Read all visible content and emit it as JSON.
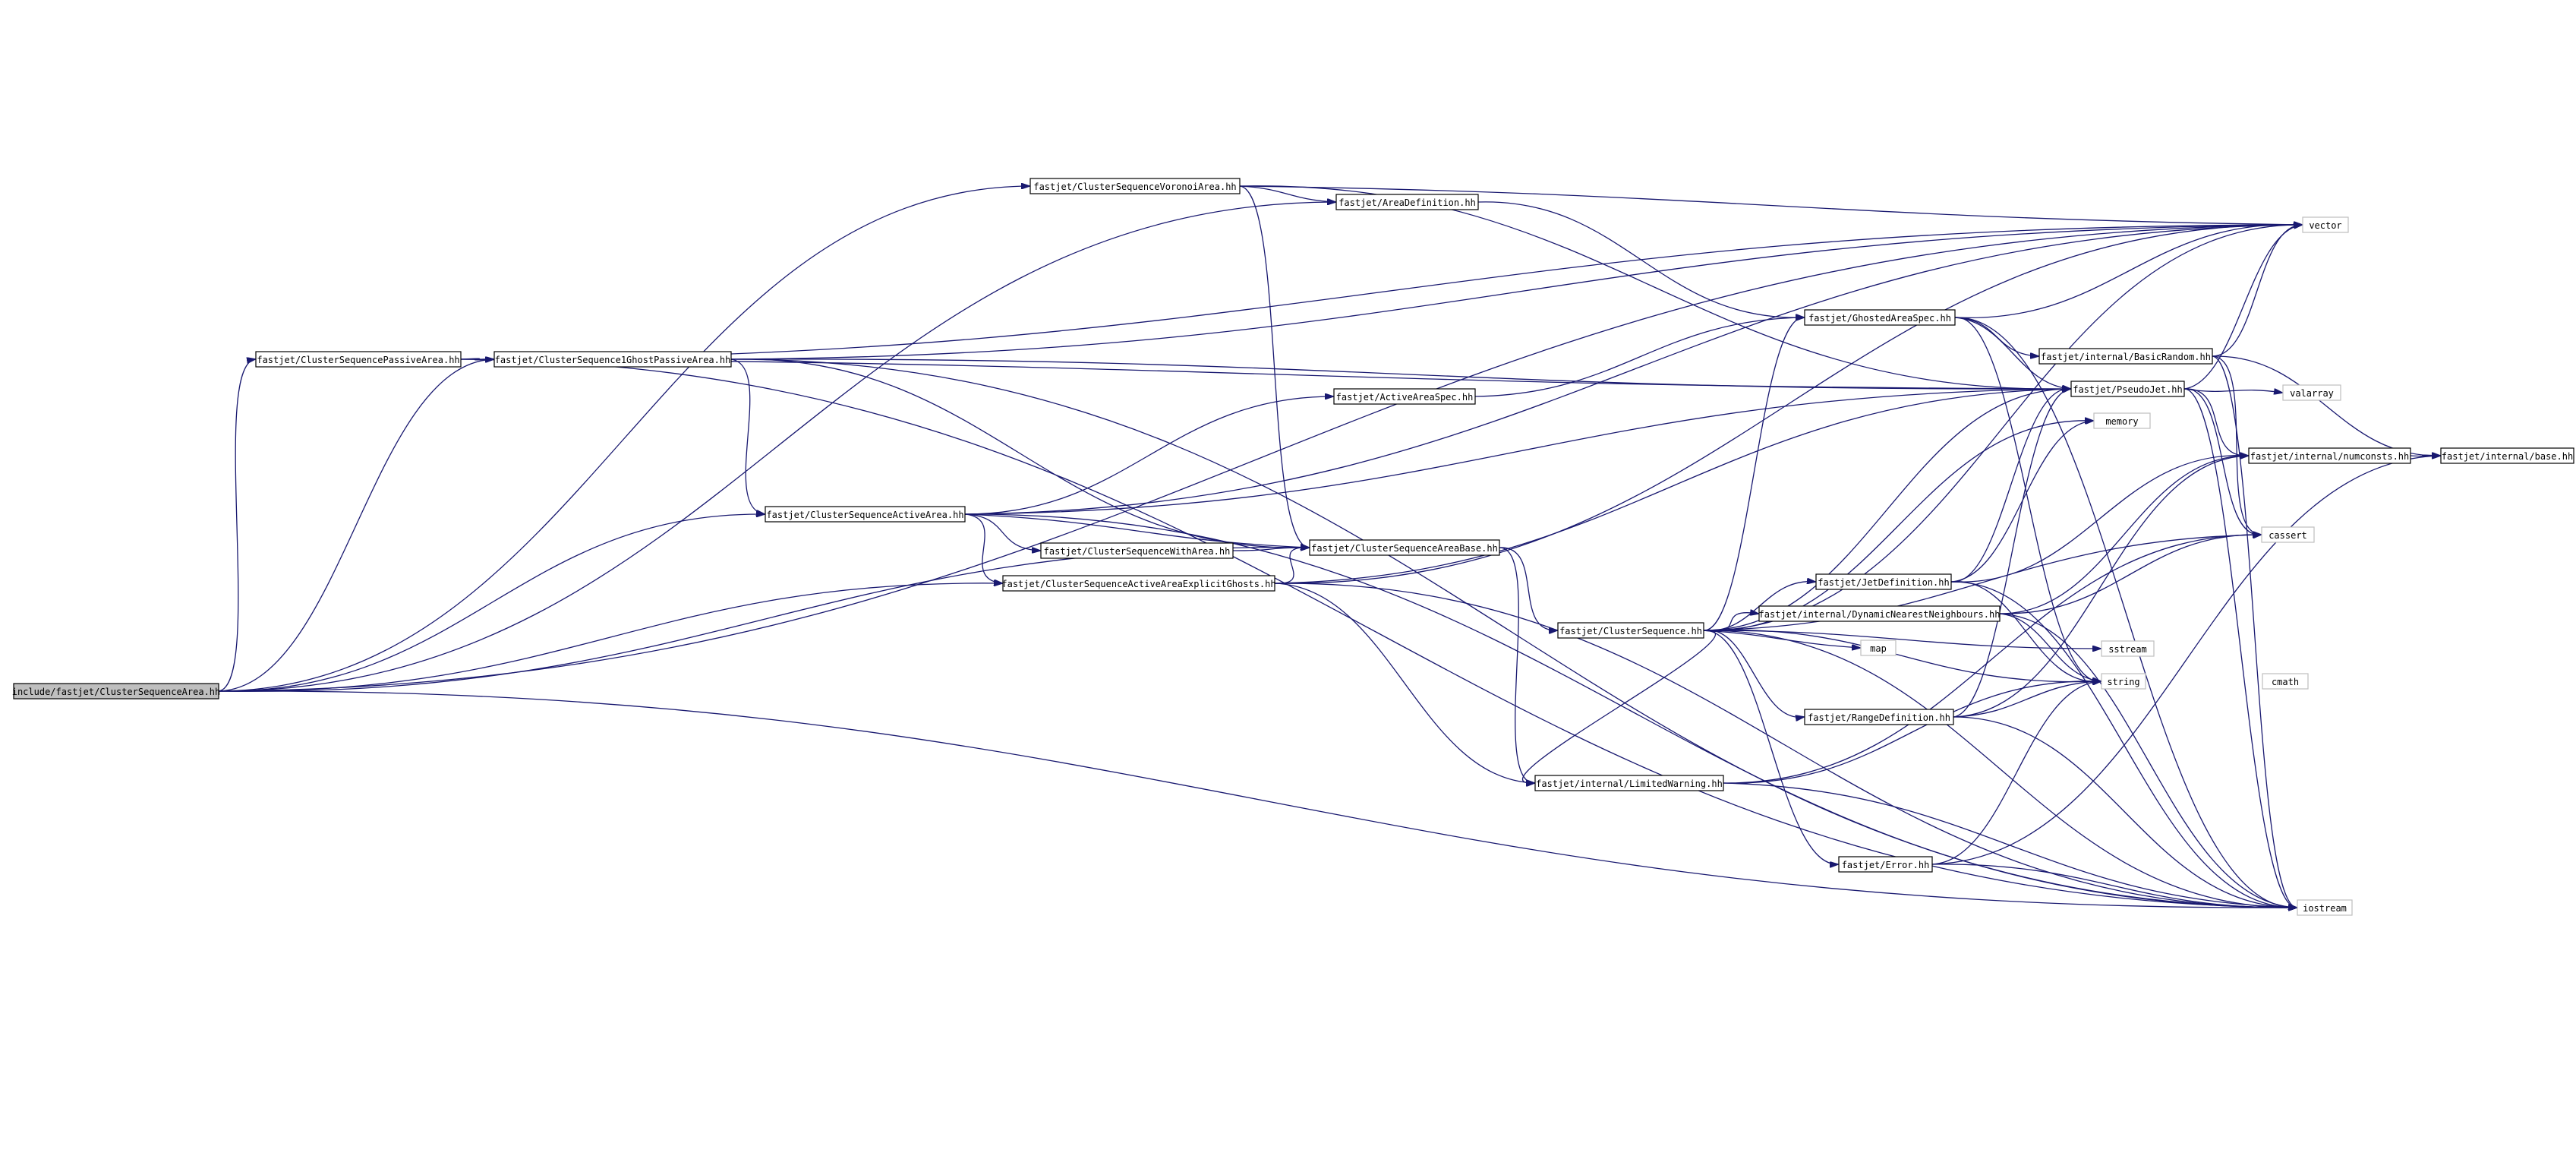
{
  "colors": {
    "edge": "#191970",
    "root_fill": "#bfbfbf",
    "node_border": "#000000",
    "system_header_border": "#bfbfbf",
    "background": "#ffffff"
  },
  "nodes": [
    {
      "id": "root",
      "label": "include/fastjet/ClusterSequenceArea.hh",
      "kind": "root"
    },
    {
      "id": "passive",
      "label": "fastjet/ClusterSequencePassiveArea.hh",
      "kind": "linked"
    },
    {
      "id": "ghostpassive",
      "label": "fastjet/ClusterSequence1GhostPassiveArea.hh",
      "kind": "linked"
    },
    {
      "id": "voronoi",
      "label": "fastjet/ClusterSequenceVoronoiArea.hh",
      "kind": "linked"
    },
    {
      "id": "areadef",
      "label": "fastjet/AreaDefinition.hh",
      "kind": "linked"
    },
    {
      "id": "activespec",
      "label": "fastjet/ActiveAreaSpec.hh",
      "kind": "linked"
    },
    {
      "id": "active",
      "label": "fastjet/ClusterSequenceActiveArea.hh",
      "kind": "linked"
    },
    {
      "id": "witharea",
      "label": "fastjet/ClusterSequenceWithArea.hh",
      "kind": "linked"
    },
    {
      "id": "areabase",
      "label": "fastjet/ClusterSequenceAreaBase.hh",
      "kind": "linked"
    },
    {
      "id": "explicit",
      "label": "fastjet/ClusterSequenceActiveAreaExplicitGhosts.hh",
      "kind": "linked"
    },
    {
      "id": "ghosted",
      "label": "fastjet/GhostedAreaSpec.hh",
      "kind": "linked"
    },
    {
      "id": "basicrandom",
      "label": "fastjet/internal/BasicRandom.hh",
      "kind": "linked"
    },
    {
      "id": "pseudojet",
      "label": "fastjet/PseudoJet.hh",
      "kind": "linked"
    },
    {
      "id": "numconsts",
      "label": "fastjet/internal/numconsts.hh",
      "kind": "linked"
    },
    {
      "id": "base",
      "label": "fastjet/internal/base.hh",
      "kind": "linked"
    },
    {
      "id": "jetdef",
      "label": "fastjet/JetDefinition.hh",
      "kind": "linked"
    },
    {
      "id": "dnn",
      "label": "fastjet/internal/DynamicNearestNeighbours.hh",
      "kind": "linked"
    },
    {
      "id": "cs",
      "label": "fastjet/ClusterSequence.hh",
      "kind": "linked"
    },
    {
      "id": "rangedef",
      "label": "fastjet/RangeDefinition.hh",
      "kind": "linked"
    },
    {
      "id": "limited",
      "label": "fastjet/internal/LimitedWarning.hh",
      "kind": "linked"
    },
    {
      "id": "error",
      "label": "fastjet/Error.hh",
      "kind": "linked"
    },
    {
      "id": "vector",
      "label": "vector",
      "kind": "ext"
    },
    {
      "id": "valarray",
      "label": "valarray",
      "kind": "ext"
    },
    {
      "id": "memory",
      "label": "memory",
      "kind": "ext"
    },
    {
      "id": "cassert",
      "label": "cassert",
      "kind": "ext"
    },
    {
      "id": "map",
      "label": "map",
      "kind": "ext"
    },
    {
      "id": "sstream",
      "label": "sstream",
      "kind": "ext"
    },
    {
      "id": "string",
      "label": "string",
      "kind": "ext"
    },
    {
      "id": "cmath",
      "label": "cmath",
      "kind": "ext"
    },
    {
      "id": "iostream",
      "label": "iostream",
      "kind": "ext"
    }
  ],
  "edges": [
    [
      "root",
      "passive"
    ],
    [
      "root",
      "ghostpassive"
    ],
    [
      "root",
      "voronoi"
    ],
    [
      "root",
      "areadef"
    ],
    [
      "root",
      "active"
    ],
    [
      "root",
      "explicit"
    ],
    [
      "root",
      "areabase"
    ],
    [
      "root",
      "vector"
    ],
    [
      "root",
      "iostream"
    ],
    [
      "passive",
      "ghostpassive"
    ],
    [
      "passive",
      "vector"
    ],
    [
      "passive",
      "pseudojet"
    ],
    [
      "passive",
      "iostream"
    ],
    [
      "ghostpassive",
      "active"
    ],
    [
      "ghostpassive",
      "areabase"
    ],
    [
      "ghostpassive",
      "vector"
    ],
    [
      "ghostpassive",
      "pseudojet"
    ],
    [
      "ghostpassive",
      "iostream"
    ],
    [
      "voronoi",
      "areadef"
    ],
    [
      "voronoi",
      "areabase"
    ],
    [
      "voronoi",
      "vector"
    ],
    [
      "voronoi",
      "pseudojet"
    ],
    [
      "areadef",
      "ghosted"
    ],
    [
      "activespec",
      "ghosted"
    ],
    [
      "active",
      "activespec"
    ],
    [
      "active",
      "witharea"
    ],
    [
      "active",
      "explicit"
    ],
    [
      "active",
      "areabase"
    ],
    [
      "active",
      "vector"
    ],
    [
      "active",
      "pseudojet"
    ],
    [
      "active",
      "iostream"
    ],
    [
      "witharea",
      "areabase"
    ],
    [
      "explicit",
      "areabase"
    ],
    [
      "explicit",
      "limited"
    ],
    [
      "explicit",
      "vector"
    ],
    [
      "explicit",
      "pseudojet"
    ],
    [
      "explicit",
      "iostream"
    ],
    [
      "areabase",
      "cs"
    ],
    [
      "areabase",
      "limited"
    ],
    [
      "cs",
      "ghosted"
    ],
    [
      "cs",
      "jetdef"
    ],
    [
      "cs",
      "dnn"
    ],
    [
      "cs",
      "rangedef"
    ],
    [
      "cs",
      "limited"
    ],
    [
      "cs",
      "error"
    ],
    [
      "cs",
      "pseudojet"
    ],
    [
      "cs",
      "vector"
    ],
    [
      "cs",
      "map"
    ],
    [
      "cs",
      "memory"
    ],
    [
      "cs",
      "string"
    ],
    [
      "cs",
      "cassert"
    ],
    [
      "cs",
      "iostream"
    ],
    [
      "cs",
      "sstream"
    ],
    [
      "ghosted",
      "basicrandom"
    ],
    [
      "ghosted",
      "pseudojet"
    ],
    [
      "ghosted",
      "vector"
    ],
    [
      "ghosted",
      "string"
    ],
    [
      "ghosted",
      "iostream"
    ],
    [
      "basicrandom",
      "base"
    ],
    [
      "basicrandom",
      "vector"
    ],
    [
      "basicrandom",
      "cassert"
    ],
    [
      "basicrandom",
      "iostream"
    ],
    [
      "pseudojet",
      "valarray"
    ],
    [
      "pseudojet",
      "vector"
    ],
    [
      "pseudojet",
      "cassert"
    ],
    [
      "pseudojet",
      "numconsts"
    ],
    [
      "pseudojet",
      "iostream"
    ],
    [
      "numconsts",
      "base"
    ],
    [
      "jetdef",
      "pseudojet"
    ],
    [
      "jetdef",
      "numconsts"
    ],
    [
      "jetdef",
      "string"
    ],
    [
      "jetdef",
      "memory"
    ],
    [
      "jetdef",
      "iostream"
    ],
    [
      "dnn",
      "numconsts"
    ],
    [
      "dnn",
      "cassert"
    ],
    [
      "dnn",
      "string"
    ],
    [
      "dnn",
      "iostream"
    ],
    [
      "rangedef",
      "pseudojet"
    ],
    [
      "rangedef",
      "numconsts"
    ],
    [
      "rangedef",
      "string"
    ],
    [
      "rangedef",
      "iostream"
    ],
    [
      "limited",
      "cassert"
    ],
    [
      "limited",
      "string"
    ],
    [
      "limited",
      "iostream"
    ],
    [
      "error",
      "base"
    ],
    [
      "error",
      "string"
    ],
    [
      "error",
      "iostream"
    ]
  ]
}
